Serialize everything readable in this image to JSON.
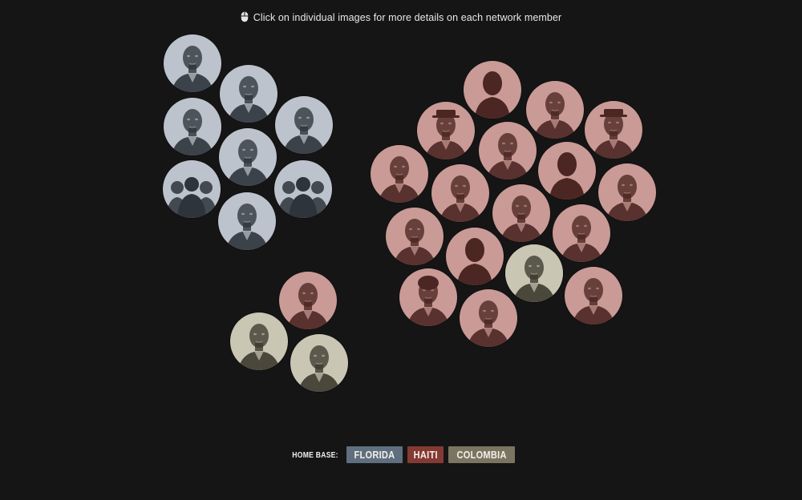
{
  "hint": {
    "text": "Click on individual images for more details on each network member",
    "icon": "mouse-icon"
  },
  "legend": {
    "title": "HOME BASE:",
    "items": [
      {
        "label": "FLORIDA",
        "color": "#5f6f80"
      },
      {
        "label": "HAITI",
        "color": "#843a33"
      },
      {
        "label": "COLOMBIA",
        "color": "#7a7560"
      }
    ]
  },
  "palette": {
    "florida": {
      "bg": "#bcc3cc",
      "fg": "#2e343b"
    },
    "haiti": {
      "bg": "#c99a96",
      "fg": "#4c2622"
    },
    "colombia": {
      "bg": "#c9c6b4",
      "fg": "#3c3a2e"
    }
  },
  "members": [
    {
      "group": "florida",
      "kind": "portrait"
    },
    {
      "group": "florida",
      "kind": "portrait"
    },
    {
      "group": "florida",
      "kind": "portrait"
    },
    {
      "group": "florida",
      "kind": "portrait"
    },
    {
      "group": "florida",
      "kind": "portrait"
    },
    {
      "group": "florida",
      "kind": "group-silhouette"
    },
    {
      "group": "florida",
      "kind": "group-silhouette"
    },
    {
      "group": "florida",
      "kind": "portrait"
    },
    {
      "group": "haiti",
      "kind": "silhouette"
    },
    {
      "group": "haiti",
      "kind": "portrait"
    },
    {
      "group": "haiti",
      "kind": "portrait-hat"
    },
    {
      "group": "haiti",
      "kind": "portrait-hat"
    },
    {
      "group": "haiti",
      "kind": "portrait"
    },
    {
      "group": "haiti",
      "kind": "silhouette"
    },
    {
      "group": "haiti",
      "kind": "portrait"
    },
    {
      "group": "haiti",
      "kind": "portrait"
    },
    {
      "group": "haiti",
      "kind": "portrait"
    },
    {
      "group": "haiti",
      "kind": "portrait"
    },
    {
      "group": "haiti",
      "kind": "portrait"
    },
    {
      "group": "haiti",
      "kind": "silhouette"
    },
    {
      "group": "haiti",
      "kind": "portrait"
    },
    {
      "group": "haiti",
      "kind": "portrait"
    },
    {
      "group": "haiti",
      "kind": "portrait-woman"
    },
    {
      "group": "haiti",
      "kind": "portrait"
    },
    {
      "group": "haiti",
      "kind": "portrait"
    },
    {
      "group": "haiti",
      "kind": "portrait"
    },
    {
      "group": "colombia",
      "kind": "portrait"
    },
    {
      "group": "colombia",
      "kind": "portrait"
    },
    {
      "group": "colombia",
      "kind": "portrait"
    }
  ]
}
